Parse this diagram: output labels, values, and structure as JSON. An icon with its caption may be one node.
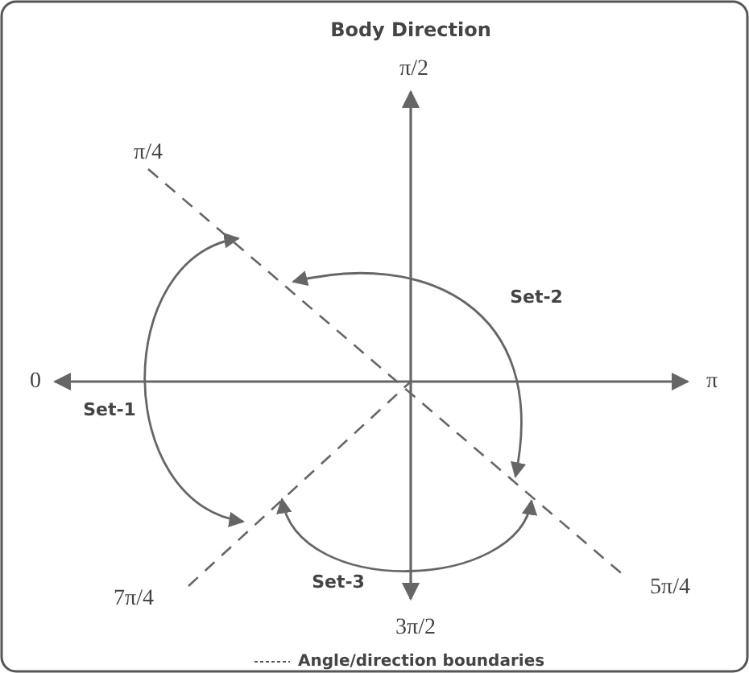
{
  "diagram": {
    "title": "Body Direction",
    "labels": [
      "π/2",
      "π/4",
      "Set-2",
      "0",
      "π",
      "Set-1",
      "7π/4",
      "Set-3",
      "5π/4",
      "3π/2"
    ],
    "legend": [
      {
        "text": "Angle/direction boundaries"
      }
    ]
  }
}
